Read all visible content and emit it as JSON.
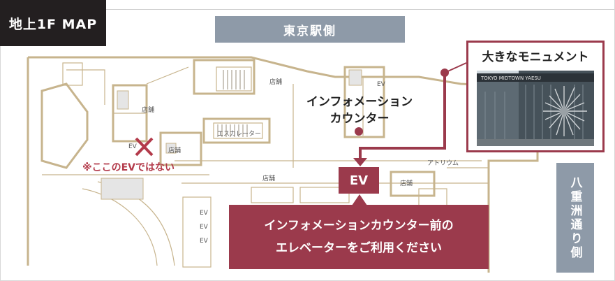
{
  "title": "地上1F MAP",
  "sides": {
    "north": "東京駅側",
    "east": "八重洲通り側"
  },
  "labels": {
    "store": "店舗",
    "escalator": "エスカレーター",
    "atrium": "アトリウム",
    "ev": "EV"
  },
  "info_counter": {
    "line1": "インフォメーション",
    "line2": "カウンター"
  },
  "notice": "※ここのEVではない",
  "target_ev": "EV",
  "callout": {
    "line1": "インフォメーションカウンター前の",
    "line2": "エレベーターをご利用ください"
  },
  "monument": {
    "title": "大きなモニュメント",
    "sign_text": "TOKYO MIDTOWN YAESU"
  },
  "colors": {
    "accent": "#9b3a4c",
    "tag": "#8e9aa8",
    "map_line": "#c7b48d",
    "dark": "#231f20"
  }
}
